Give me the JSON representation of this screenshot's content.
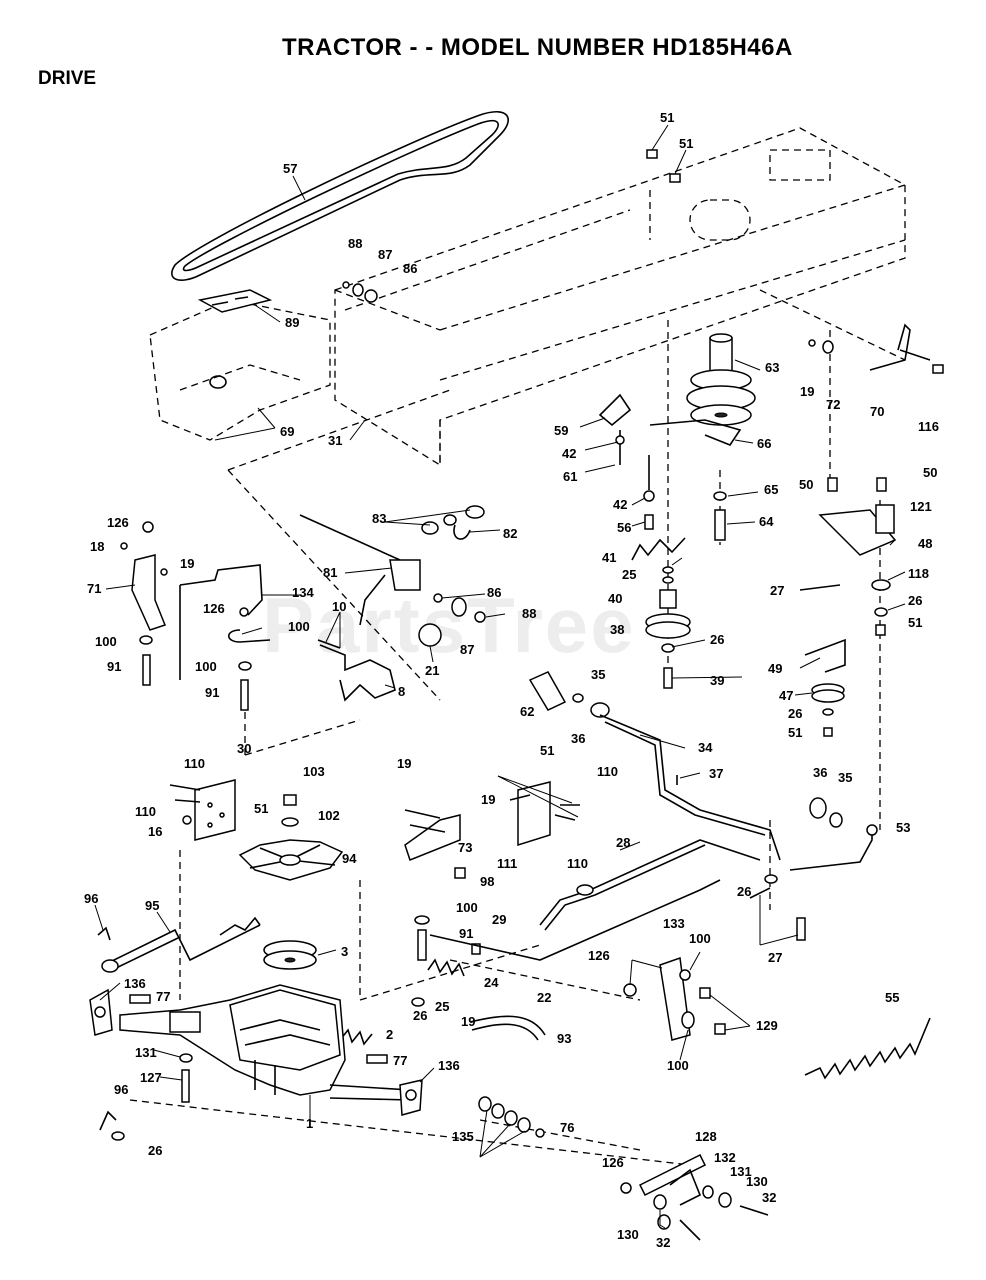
{
  "header": {
    "title": "TRACTOR - - MODEL NUMBER HD185H46A",
    "section": "DRIVE"
  },
  "watermark": "PartsTree",
  "callouts": {
    "c57": "57",
    "c88a": "88",
    "c87a": "87",
    "c86a": "86",
    "c89": "89",
    "c69": "69",
    "c31": "31",
    "c51a": "51",
    "c51b": "51",
    "c63": "63",
    "c19a": "19",
    "c72": "72",
    "c70": "70",
    "c116": "116",
    "c59": "59",
    "c42a": "42",
    "c61": "61",
    "c66": "66",
    "c42b": "42",
    "c56": "56",
    "c65": "65",
    "c64": "64",
    "c50a": "50",
    "c50b": "50",
    "c121": "121",
    "c48": "48",
    "c27a": "27",
    "c118": "118",
    "c26a": "26",
    "c51c": "51",
    "c126a": "126",
    "c18": "18",
    "c19b": "19",
    "c71": "71",
    "c134": "134",
    "c126b": "126",
    "c100a": "100",
    "c100b": "100",
    "c91a": "91",
    "c100c": "100",
    "c91b": "91",
    "c83": "83",
    "c82": "82",
    "c81": "81",
    "c86b": "86",
    "c88b": "88",
    "c87b": "87",
    "c10": "10",
    "c21": "21",
    "c8": "8",
    "c41": "41",
    "c25a": "25",
    "c40": "40",
    "c38": "38",
    "c26b": "26",
    "c39": "39",
    "c49": "49",
    "c47": "47",
    "c26c": "26",
    "c51d": "51",
    "c62": "62",
    "c35a": "35",
    "c36a": "36",
    "c34": "34",
    "c37": "37",
    "c110a": "110",
    "c30": "30",
    "c110b": "110",
    "c51e": "51",
    "c16": "16",
    "c103": "103",
    "c102": "102",
    "c94": "94",
    "c19c": "19",
    "c19d": "19",
    "c73": "73",
    "c98": "98",
    "c51f": "51",
    "c110c": "110",
    "c111": "111",
    "c110d": "110",
    "c36b": "36",
    "c35b": "35",
    "c53": "53",
    "c28": "28",
    "c26d": "26",
    "c27b": "27",
    "c96a": "96",
    "c95": "95",
    "c3": "3",
    "c136a": "136",
    "c77a": "77",
    "c100d": "100",
    "c91c": "91",
    "c29": "29",
    "c22": "22",
    "c25b": "25",
    "c24": "24",
    "c26e": "26",
    "c19e": "19",
    "c133": "133",
    "c100e": "100",
    "c126c": "126",
    "c129": "129",
    "c100f": "100",
    "c55": "55",
    "c2": "2",
    "c93": "93",
    "c131a": "131",
    "c127": "127",
    "c77b": "77",
    "c136b": "136",
    "c1": "1",
    "c96b": "96",
    "c26f": "26",
    "c135": "135",
    "c76": "76",
    "c128": "128",
    "c126d": "126",
    "c132": "132",
    "c131b": "131",
    "c130a": "130",
    "c32a": "32",
    "c130b": "130",
    "c32b": "32"
  }
}
